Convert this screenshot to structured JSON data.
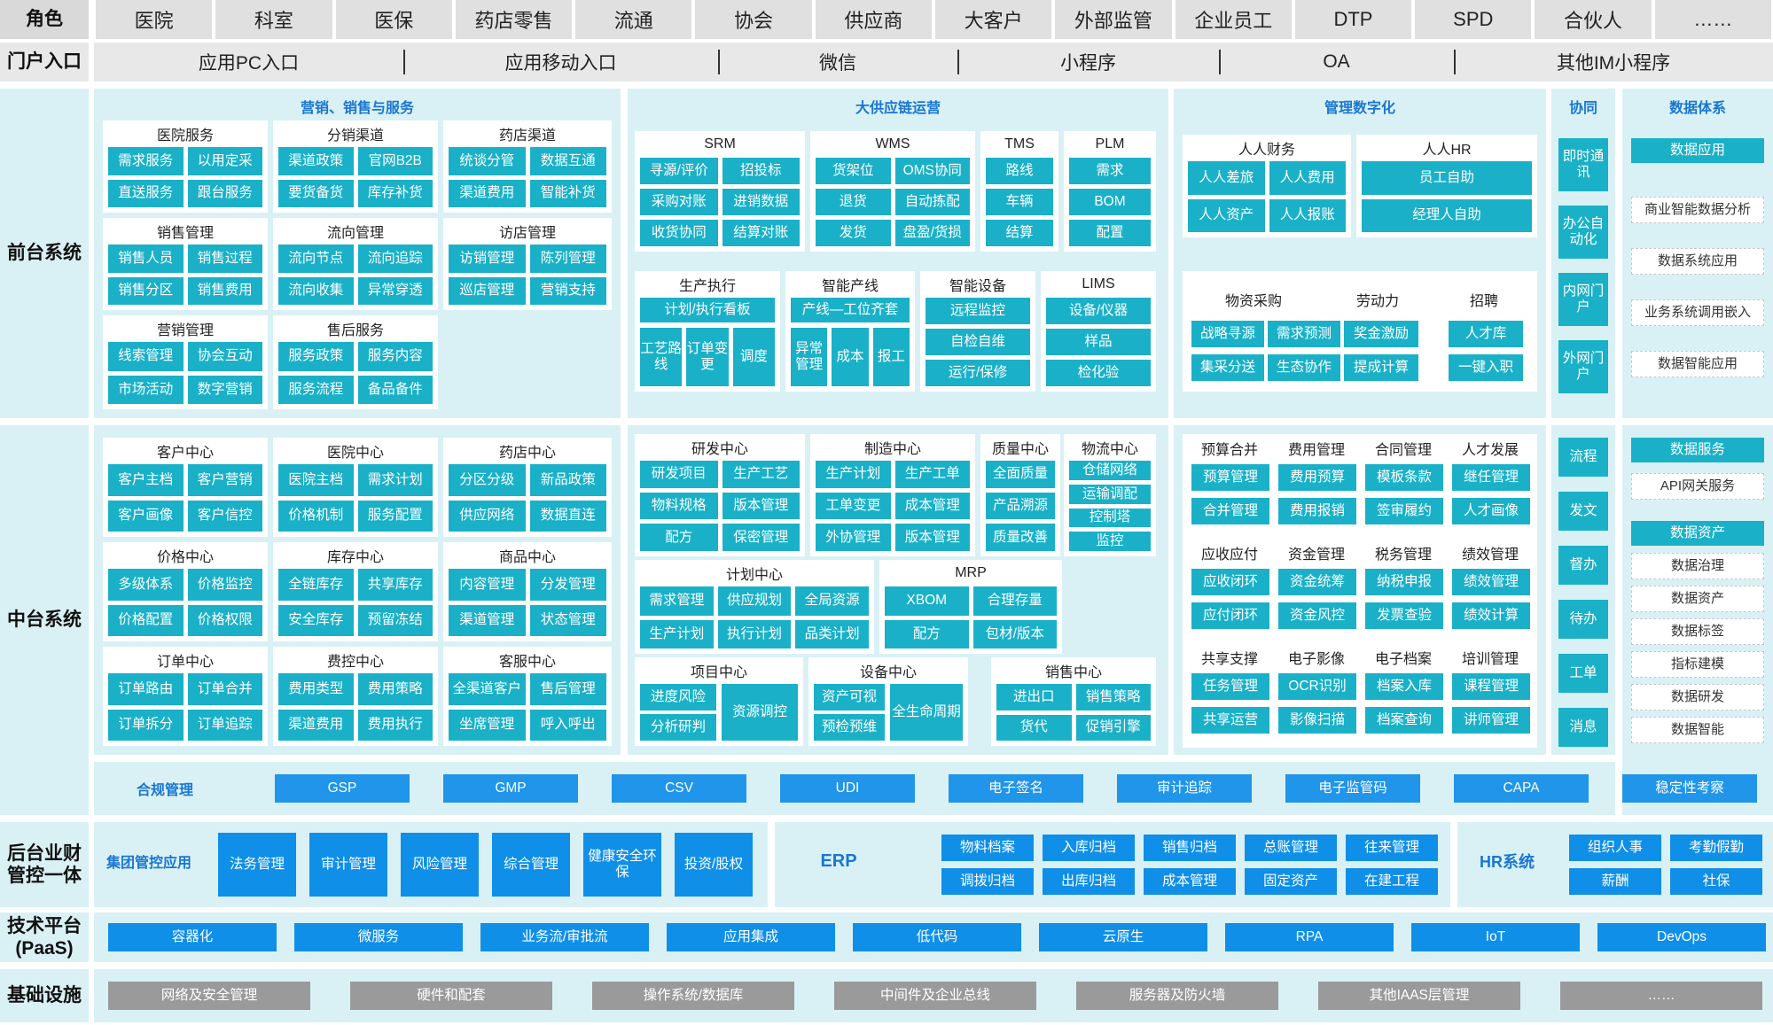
{
  "rows": {
    "role": "角色",
    "portal": "门户入口",
    "front": "前台系统",
    "middle": "中台系统",
    "back": "后台业财管控一体",
    "paas": "技术平台(PaaS)",
    "infra": "基础设施"
  },
  "roles": [
    "医院",
    "科室",
    "医保",
    "药店零售",
    "流通",
    "协会",
    "供应商",
    "大客户",
    "外部监管",
    "企业员工",
    "DTP",
    "SPD",
    "合伙人",
    "……"
  ],
  "portals": [
    "应用PC入口",
    "应用移动入口",
    "微信",
    "小程序",
    "OA",
    "其他IM小程序"
  ],
  "front": {
    "sections": {
      "marketing": "营销、销售与服务",
      "supply": "大供应链运营",
      "mgmt": "管理数字化",
      "collab": "协同",
      "data": "数据体系"
    },
    "groups": {
      "hospital_service": {
        "title": "医院服务",
        "items": [
          "需求服务",
          "以用定采",
          "直送服务",
          "跟台服务"
        ]
      },
      "dist_channel": {
        "title": "分销渠道",
        "items": [
          "渠道政策",
          "官网B2B",
          "要货备货",
          "库存补货"
        ]
      },
      "pharmacy_channel": {
        "title": "药店渠道",
        "items": [
          "统谈分管",
          "数据互通",
          "渠道费用",
          "智能补货"
        ]
      },
      "sales_mgmt": {
        "title": "销售管理",
        "items": [
          "销售人员",
          "销售过程",
          "销售分区",
          "销售费用"
        ]
      },
      "flow_mgmt": {
        "title": "流向管理",
        "items": [
          "流向节点",
          "流向追踪",
          "流向收集",
          "异常穿透"
        ]
      },
      "visit_mgmt": {
        "title": "访店管理",
        "items": [
          "访销管理",
          "陈列管理",
          "巡店管理",
          "营销支持"
        ]
      },
      "marketing_mgmt": {
        "title": "营销管理",
        "items": [
          "线索管理",
          "协会互动",
          "市场活动",
          "数字营销"
        ]
      },
      "after_sales": {
        "title": "售后服务",
        "items": [
          "服务政策",
          "服务内容",
          "服务流程",
          "备品备件"
        ]
      },
      "srm": {
        "title": "SRM",
        "items": [
          "寻源/评价",
          "招投标",
          "采购对账",
          "进销数据",
          "收货协同",
          "结算对账"
        ]
      },
      "wms": {
        "title": "WMS",
        "items": [
          "货架位",
          "OMS协同",
          "退货",
          "自动拣配",
          "发货",
          "盘盈/货损"
        ]
      },
      "tms": {
        "title": "TMS",
        "items": [
          "路线",
          "车辆",
          "结算"
        ]
      },
      "plm": {
        "title": "PLM",
        "items": [
          "需求",
          "BOM",
          "配置"
        ]
      },
      "prod_exec": {
        "title": "生产执行",
        "items": [
          "计划/执行看板",
          "工艺路线",
          "订单变更",
          "调度"
        ]
      },
      "smart_line": {
        "title": "智能产线",
        "items": [
          "产线—工位齐套",
          "异常管理",
          "成本",
          "报工"
        ]
      },
      "smart_device": {
        "title": "智能设备",
        "items": [
          "远程监控",
          "自检自维",
          "运行/保修"
        ]
      },
      "lims": {
        "title": "LIMS",
        "items": [
          "设备/仪器",
          "样品",
          "检化验"
        ]
      },
      "finance": {
        "title": "人人财务",
        "items": [
          "人人差旅",
          "人人费用",
          "人人资产",
          "人人报账"
        ]
      },
      "hr": {
        "title": "人人HR",
        "items": [
          "员工自助",
          "经理人自助"
        ]
      },
      "purchase": {
        "title": "物资采购",
        "items": [
          "战略寻源",
          "需求预测",
          "集采分送",
          "生态协作"
        ]
      },
      "labor": {
        "title": "劳动力",
        "items": [
          "奖金激励",
          "提成计算"
        ]
      },
      "recruit": {
        "title": "招聘",
        "items": [
          "人才库",
          "一键入职"
        ]
      },
      "collab_items": [
        "即时通讯",
        "办公自动化",
        "内网门户",
        "外网门户"
      ],
      "data_app": {
        "title": "数据应用",
        "items": [
          "商业智能数据分析",
          "数据系统应用",
          "业务系统调用嵌入",
          "数据智能应用"
        ]
      }
    }
  },
  "middle": {
    "groups": {
      "customer": {
        "title": "客户中心",
        "items": [
          "客户主档",
          "客户营销",
          "客户画像",
          "客户信控"
        ]
      },
      "hospital": {
        "title": "医院中心",
        "items": [
          "医院主档",
          "需求计划",
          "价格机制",
          "服务配置"
        ]
      },
      "pharmacy": {
        "title": "药店中心",
        "items": [
          "分区分级",
          "新品政策",
          "供应网络",
          "数据直连"
        ]
      },
      "price": {
        "title": "价格中心",
        "items": [
          "多级体系",
          "价格监控",
          "价格配置",
          "价格权限"
        ]
      },
      "stock": {
        "title": "库存中心",
        "items": [
          "全链库存",
          "共享库存",
          "安全库存",
          "预留冻结"
        ]
      },
      "goods": {
        "title": "商品中心",
        "items": [
          "内容管理",
          "分发管理",
          "渠道管理",
          "状态管理"
        ]
      },
      "order": {
        "title": "订单中心",
        "items": [
          "订单路由",
          "订单合并",
          "订单拆分",
          "订单追踪"
        ]
      },
      "fee": {
        "title": "费控中心",
        "items": [
          "费用类型",
          "费用策略",
          "渠道费用",
          "费用执行"
        ]
      },
      "cs": {
        "title": "客服中心",
        "items": [
          "全渠道客户",
          "售后管理",
          "坐席管理",
          "呼入呼出"
        ]
      },
      "rd": {
        "title": "研发中心",
        "items": [
          "研发项目",
          "生产工艺",
          "物料规格",
          "版本管理",
          "配方",
          "保密管理"
        ]
      },
      "mfg": {
        "title": "制造中心",
        "items": [
          "生产计划",
          "生产工单",
          "工单变更",
          "成本管理",
          "外协管理",
          "版本管理"
        ]
      },
      "quality": {
        "title": "质量中心",
        "items": [
          "全面质量",
          "产品溯源",
          "质量改善"
        ]
      },
      "logistics": {
        "title": "物流中心",
        "items": [
          "仓储网络",
          "运输调配",
          "控制塔",
          "监控"
        ]
      },
      "plan": {
        "title": "计划中心",
        "items": [
          "需求管理",
          "供应规划",
          "全局资源",
          "生产计划",
          "执行计划",
          "品类计划"
        ]
      },
      "mrp": {
        "title": "MRP",
        "items": [
          "XBOM",
          "合理存量",
          "配方",
          "包材/版本"
        ]
      },
      "project": {
        "title": "项目中心",
        "items": [
          "进度风险",
          "资源调控",
          "分析研判"
        ]
      },
      "equip": {
        "title": "设备中心",
        "items": [
          "资产可视",
          "全生命周期",
          "预检预维"
        ]
      },
      "sales": {
        "title": "销售中心",
        "items": [
          "进出口",
          "销售策略",
          "货代",
          "促销引擎"
        ]
      },
      "budget": {
        "title": "预算合并",
        "items": [
          "预算管理",
          "合并管理"
        ]
      },
      "expense": {
        "title": "费用管理",
        "items": [
          "费用预算",
          "费用报销"
        ]
      },
      "contract": {
        "title": "合同管理",
        "items": [
          "模板条款",
          "签审履约"
        ]
      },
      "talent": {
        "title": "人才发展",
        "items": [
          "继任管理",
          "人才画像"
        ]
      },
      "arap": {
        "title": "应收应付",
        "items": [
          "应收闭环",
          "应付闭环"
        ]
      },
      "fund": {
        "title": "资金管理",
        "items": [
          "资金统筹",
          "资金风控"
        ]
      },
      "tax": {
        "title": "税务管理",
        "items": [
          "纳税申报",
          "发票查验"
        ]
      },
      "perf": {
        "title": "绩效管理",
        "items": [
          "绩效管理",
          "绩效计算"
        ]
      },
      "shared": {
        "title": "共享支撑",
        "items": [
          "任务管理",
          "共享运营"
        ]
      },
      "image": {
        "title": "电子影像",
        "items": [
          "OCR识别",
          "影像扫描"
        ]
      },
      "archive": {
        "title": "电子档案",
        "items": [
          "档案入库",
          "档案查询"
        ]
      },
      "training": {
        "title": "培训管理",
        "items": [
          "课程管理",
          "讲师管理"
        ]
      },
      "collab_items": [
        "流程",
        "发文",
        "督办",
        "待办",
        "工单",
        "消息"
      ],
      "data_service": {
        "title": "数据服务",
        "items": [
          "API网关服务"
        ]
      },
      "data_asset": {
        "title": "数据资产",
        "items": [
          "数据治理",
          "数据资产",
          "数据标签",
          "指标建模",
          "数据研发",
          "数据智能"
        ]
      }
    },
    "compliance": {
      "title": "合规管理",
      "items": [
        "GSP",
        "GMP",
        "CSV",
        "UDI",
        "电子签名",
        "审计追踪",
        "电子监管码",
        "CAPA",
        "稳定性考察"
      ]
    }
  },
  "back": {
    "group": {
      "title": "集团管控应用",
      "items": [
        "法务管理",
        "审计管理",
        "风险管理",
        "综合管理",
        "健康安全环保",
        "投资/股权"
      ]
    },
    "erp": {
      "title": "ERP",
      "items": [
        "物料档案",
        "入库归档",
        "销售归档",
        "总账管理",
        "往来管理",
        "调拨归档",
        "出库归档",
        "成本管理",
        "固定资产",
        "在建工程"
      ]
    },
    "hrs": {
      "title": "HR系统",
      "items": [
        "组织人事",
        "考勤假勤",
        "薪酬",
        "社保"
      ]
    }
  },
  "paas": [
    "容器化",
    "微服务",
    "业务流/审批流",
    "应用集成",
    "低代码",
    "云原生",
    "RPA",
    "IoT",
    "DevOps"
  ],
  "infra": [
    "网络及安全管理",
    "硬件和配套",
    "操作系统/数据库",
    "中间件及企业总线",
    "服务器及防火墙",
    "其他IAAS层管理",
    "……"
  ]
}
